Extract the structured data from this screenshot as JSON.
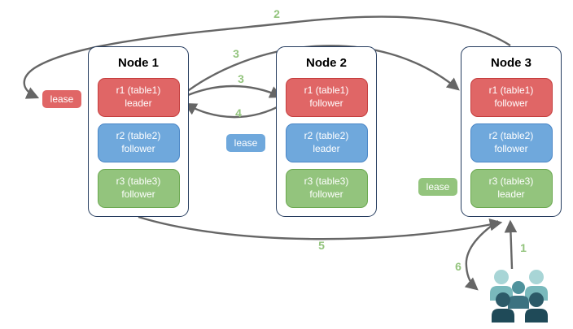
{
  "nodes": [
    {
      "title": "Node 1",
      "replicas": [
        {
          "name": "r1 (table1)",
          "role": "leader",
          "color": "red"
        },
        {
          "name": "r2 (table2)",
          "role": "follower",
          "color": "blue"
        },
        {
          "name": "r3 (table3)",
          "role": "follower",
          "color": "green"
        }
      ]
    },
    {
      "title": "Node 2",
      "replicas": [
        {
          "name": "r1 (table1)",
          "role": "follower",
          "color": "red"
        },
        {
          "name": "r2 (table2)",
          "role": "leader",
          "color": "blue"
        },
        {
          "name": "r3 (table3)",
          "role": "follower",
          "color": "green"
        }
      ]
    },
    {
      "title": "Node 3",
      "replicas": [
        {
          "name": "r1 (table1)",
          "role": "follower",
          "color": "red"
        },
        {
          "name": "r2 (table2)",
          "role": "follower",
          "color": "blue"
        },
        {
          "name": "r3 (table3)",
          "role": "leader",
          "color": "green"
        }
      ]
    }
  ],
  "leases": {
    "red": {
      "label": "lease"
    },
    "blue": {
      "label": "lease"
    },
    "green": {
      "label": "lease"
    }
  },
  "steps": {
    "s1": "1",
    "s2": "2",
    "s3_to_node3": "3",
    "s3_to_node2": "3",
    "s4": "4",
    "s5": "5",
    "s6": "6"
  },
  "icons": {
    "users": "users-group (clients)"
  },
  "colors": {
    "red_fill": "#e06666",
    "red_border": "#c43d3d",
    "blue_fill": "#6fa8dc",
    "blue_border": "#4a86c6",
    "green_fill": "#93c47d",
    "green_border": "#6aa84f",
    "node_border": "#243b5e",
    "arrow": "#666666",
    "step_label": "#93c47d",
    "box_text": "#ffffff",
    "users_light": "#a8d5d6",
    "users_mid": "#4f929c",
    "users_dark": "#2c5a68"
  }
}
